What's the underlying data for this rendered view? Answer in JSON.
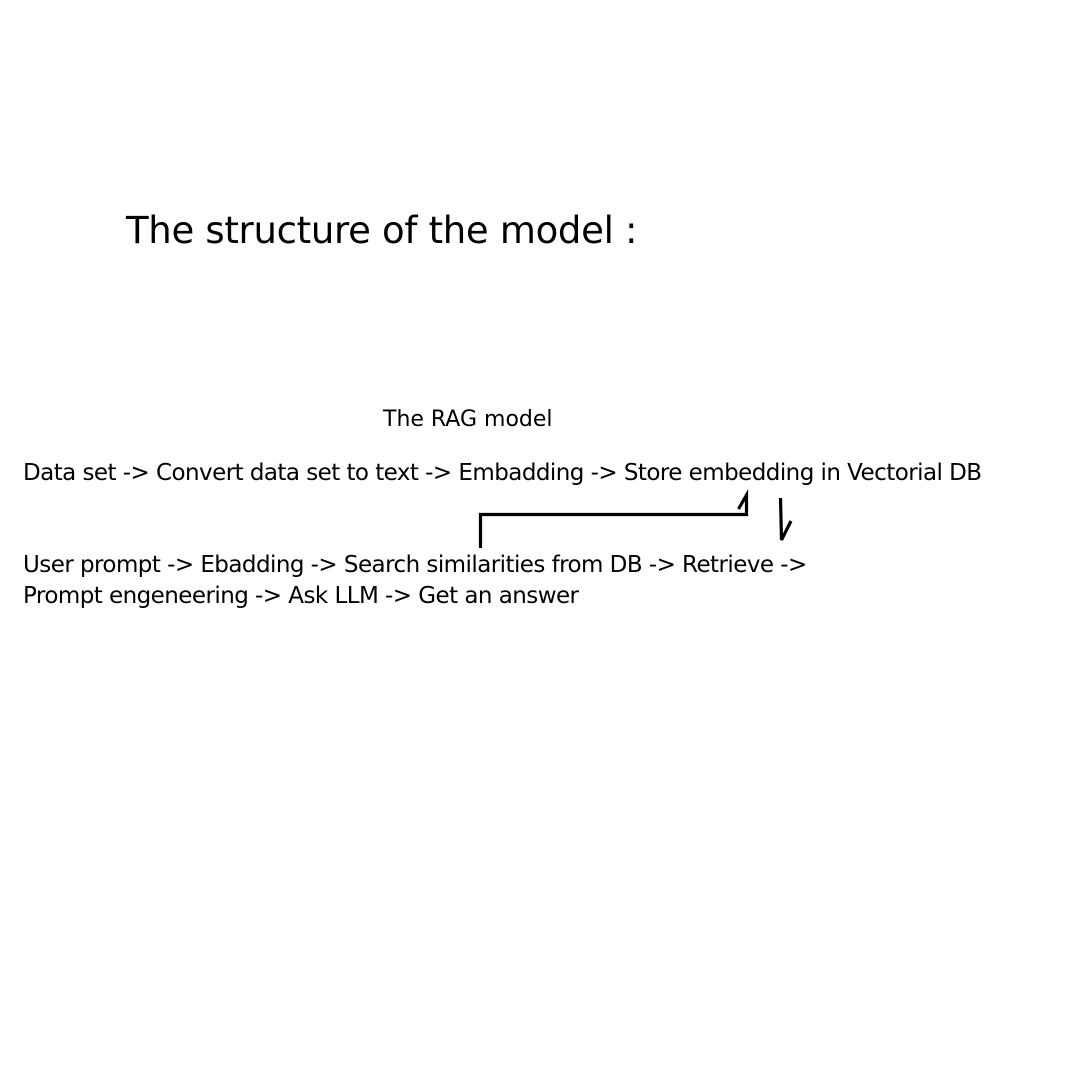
{
  "heading": "The structure of the model :",
  "diagram": {
    "title": "The RAG model",
    "indexing_flow": "Data set -> Convert data set to text -> Embadding -> Store embedding in Vectorial DB",
    "query_flow_line_1": "User prompt -> Ebadding -> Search similarities from DB -> Retrieve ->",
    "query_flow_line_2": "Prompt engeneering -> Ask LLM -> Get an answer"
  }
}
